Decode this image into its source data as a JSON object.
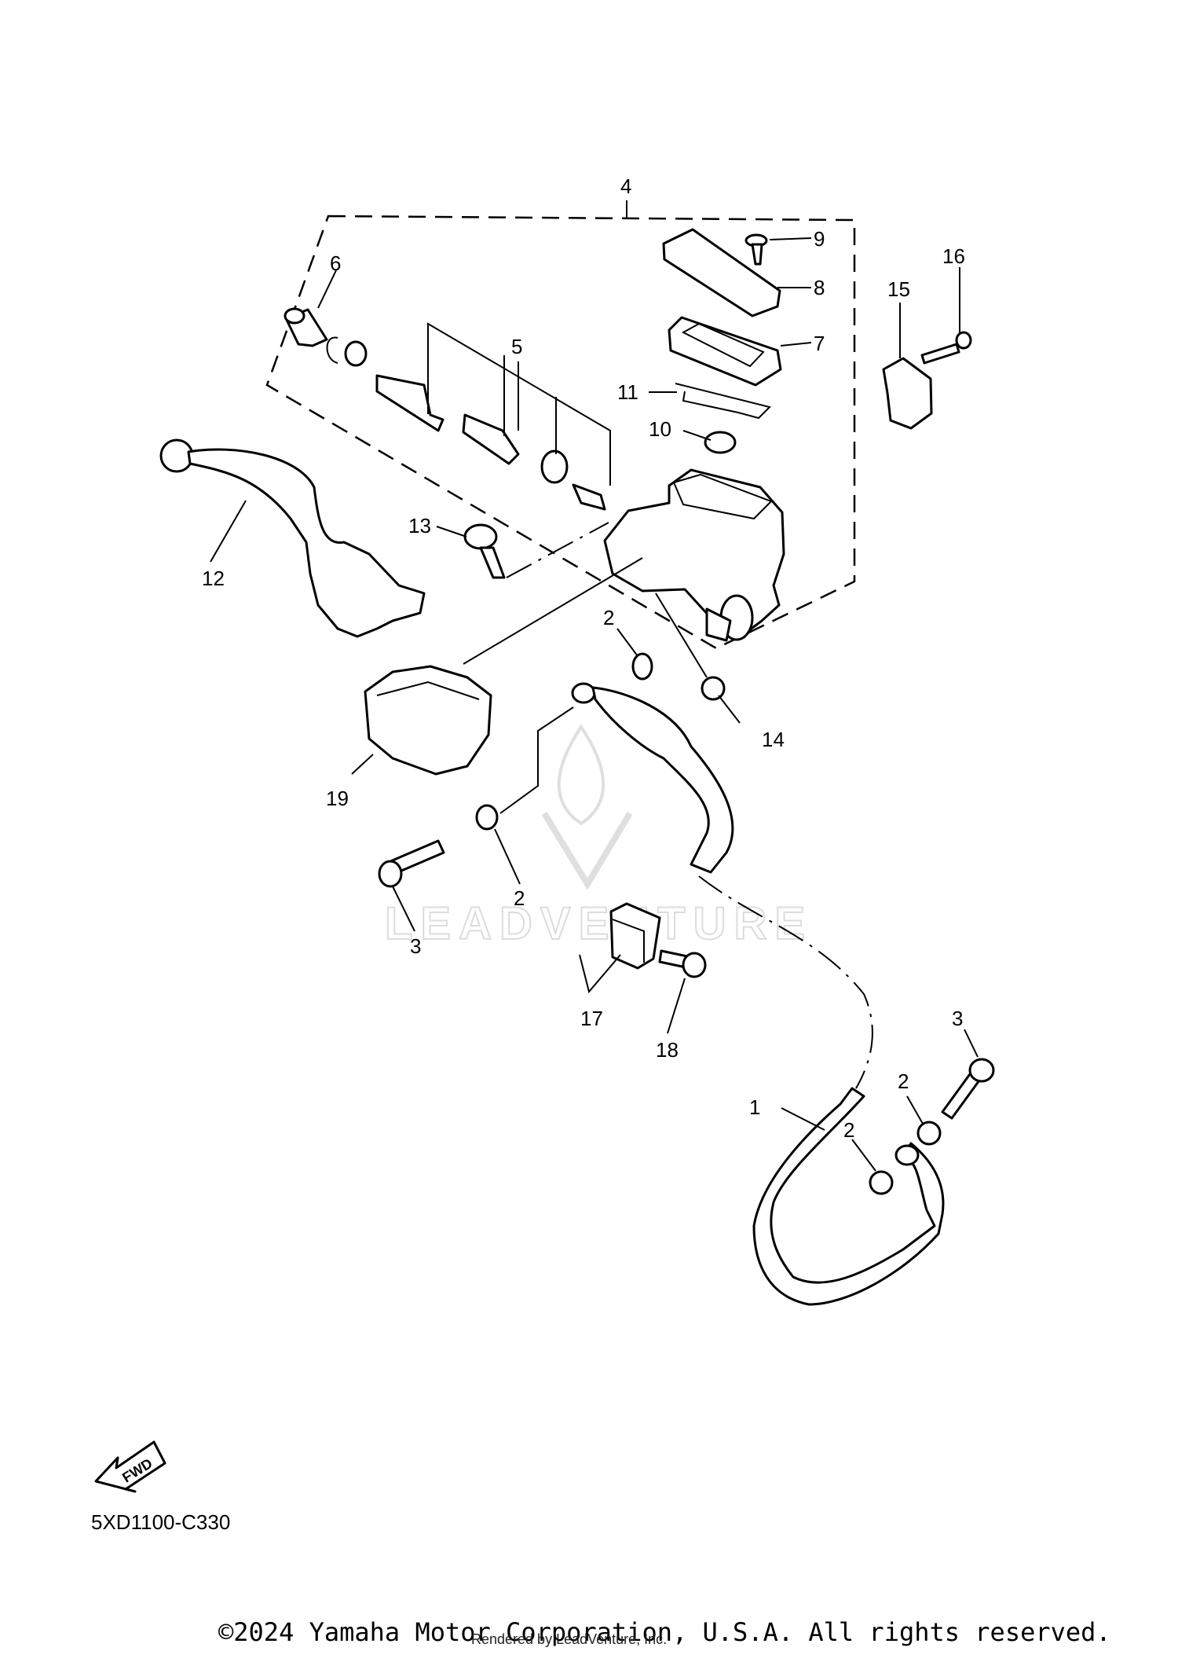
{
  "diagram": {
    "callouts": [
      "4",
      "9",
      "16",
      "6",
      "8",
      "15",
      "5",
      "7",
      "11",
      "10",
      "13",
      "12",
      "2",
      "14",
      "19",
      "2",
      "3",
      "17",
      "18",
      "3",
      "2",
      "1",
      "2"
    ],
    "fwd_badge": "FWD",
    "diagram_code": "5XD1100-C330",
    "watermark": "LEADVENTURE",
    "copyright": "©2024 Yamaha Motor Corporation, U.S.A. All rights reserved.",
    "rendered_by": "Rendered by LeadVenture, Inc."
  }
}
